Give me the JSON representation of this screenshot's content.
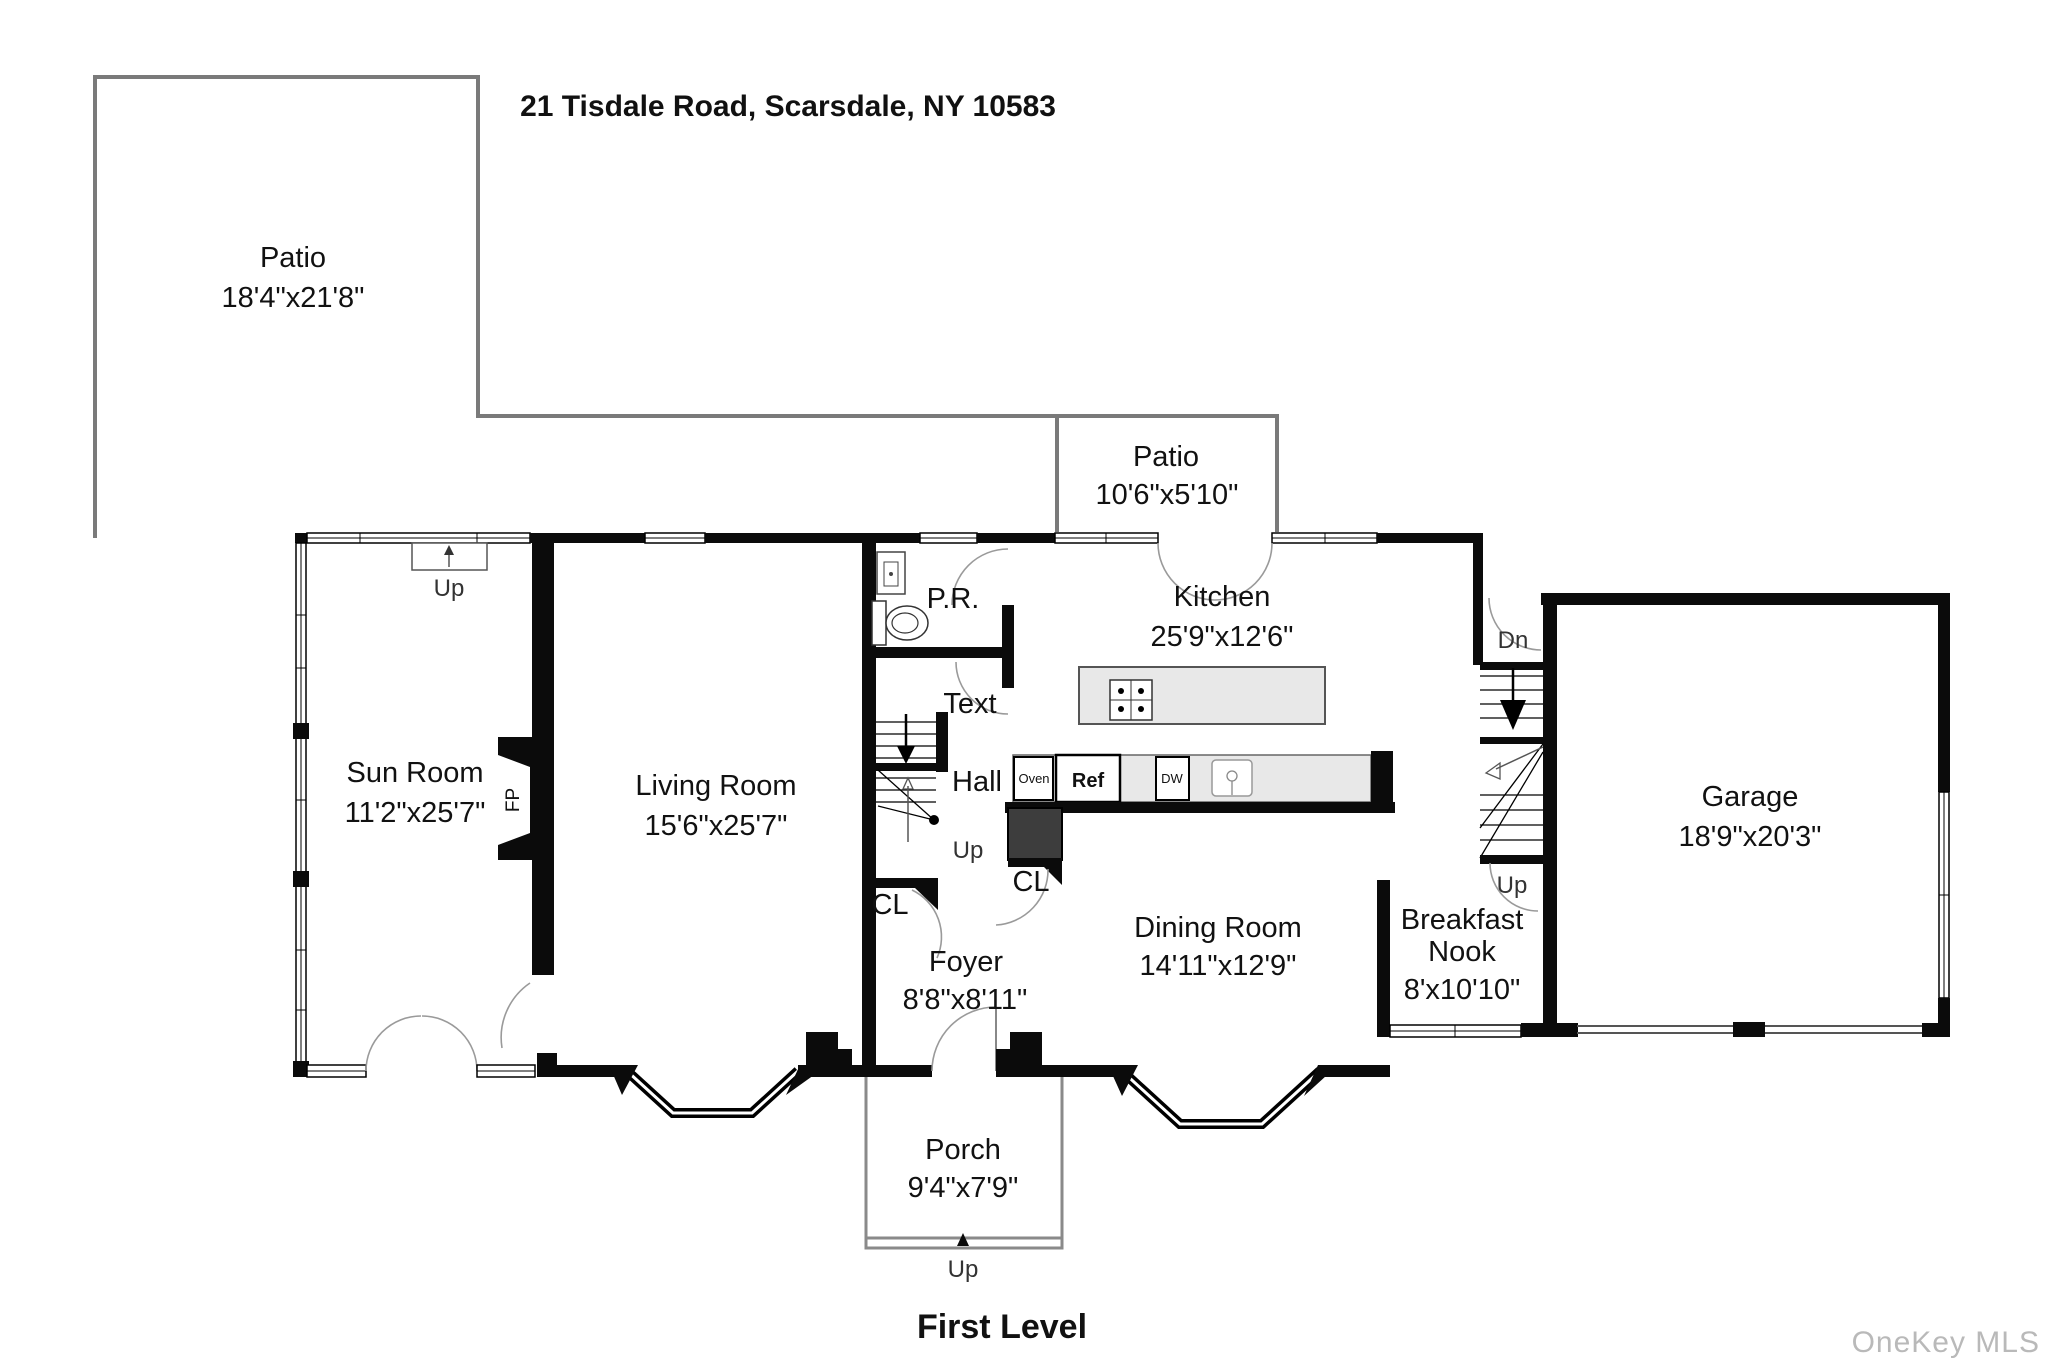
{
  "title": "21 Tisdale Road, Scarsdale, NY 10583",
  "footer": {
    "level": "First Level",
    "watermark": "OneKey MLS"
  },
  "rooms": {
    "patio_large": {
      "name": "Patio",
      "dims": "18'4\"x21'8\""
    },
    "patio_small": {
      "name": "Patio",
      "dims": "10'6\"x5'10\""
    },
    "kitchen": {
      "name": "Kitchen",
      "dims": "25'9\"x12'6\""
    },
    "sun_room": {
      "name": "Sun Room",
      "dims": "11'2\"x25'7\""
    },
    "living_room": {
      "name": "Living Room",
      "dims": "15'6\"x25'7\""
    },
    "powder_room": {
      "name": "P.R."
    },
    "text_note": {
      "name": "Text"
    },
    "hall": {
      "name": "Hall"
    },
    "foyer": {
      "name": "Foyer",
      "dims": "8'8\"x8'11\""
    },
    "dining_room": {
      "name": "Dining Room",
      "dims": "14'11\"x12'9\""
    },
    "breakfast_nook": {
      "line1": "Breakfast",
      "line2": "Nook",
      "dims": "8'x10'10\""
    },
    "garage": {
      "name": "Garage",
      "dims": "18'9\"x20'3\""
    },
    "porch": {
      "name": "Porch",
      "dims": "9'4\"x7'9\""
    }
  },
  "labels": {
    "up": "Up",
    "dn": "Dn",
    "cl": "CL",
    "fp": "FP"
  },
  "appliances": {
    "oven": "Oven",
    "ref": "Ref",
    "dw": "DW"
  },
  "colors": {
    "wall": "#0b0b0b",
    "patio_outline": "#7a7a7a",
    "counter_fill": "#e8e8e8",
    "closet_fill": "#3d3d3d",
    "watermark": "#b9b9b9"
  }
}
